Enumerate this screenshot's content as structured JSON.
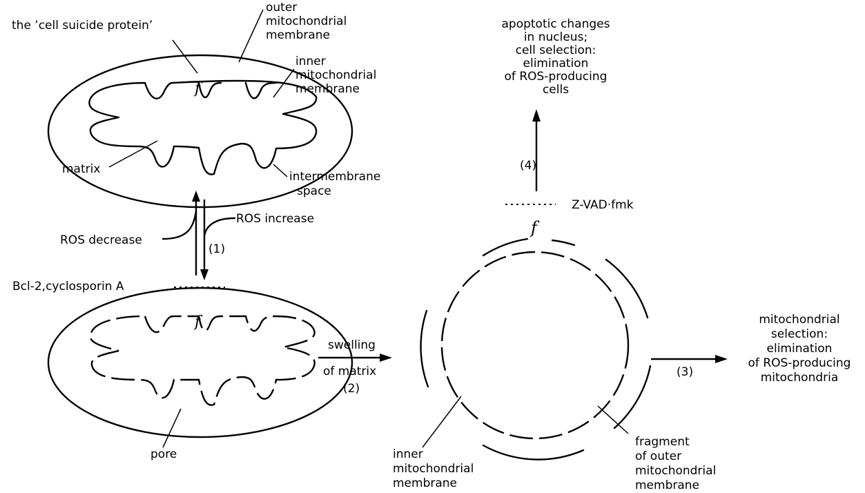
{
  "labels": {
    "outer_membrane": [
      "outer",
      "mitochondrial",
      "membrane"
    ],
    "cell_suicide_protein": "the ’cell suicide protein’",
    "inner_membrane": [
      "inner",
      "mitochondrial",
      "membrane"
    ],
    "matrix": "matrix",
    "intermembrane_space": [
      "intermembrane",
      "space"
    ],
    "ros_increase": "ROS increase",
    "ros_decrease": "ROS decrease",
    "step1": "(1)",
    "bcl2": "Bcl-2,cyclosporin A",
    "pore": "pore",
    "swelling": [
      "swelling",
      "of matrix"
    ],
    "step2": "(2)",
    "apoptotic": [
      "apoptotic changes",
      "in nucleus;",
      "cell selection:",
      "elimination",
      "of ROS-producing",
      "cells"
    ],
    "step4": "(4)",
    "zvad": "Z-VAD·fmk",
    "step3": "(3)",
    "mito_selection": [
      "mitochondrial",
      "selection:",
      "elimination",
      "of ROS-producing",
      "mitochondria"
    ],
    "inner_membrane_bottom": [
      "inner",
      "mitochondrial",
      "membrane"
    ],
    "outer_fragment": [
      "fragment",
      "of outer",
      "mitochondrial",
      "membrane"
    ],
    "protein_glyph": "f"
  }
}
